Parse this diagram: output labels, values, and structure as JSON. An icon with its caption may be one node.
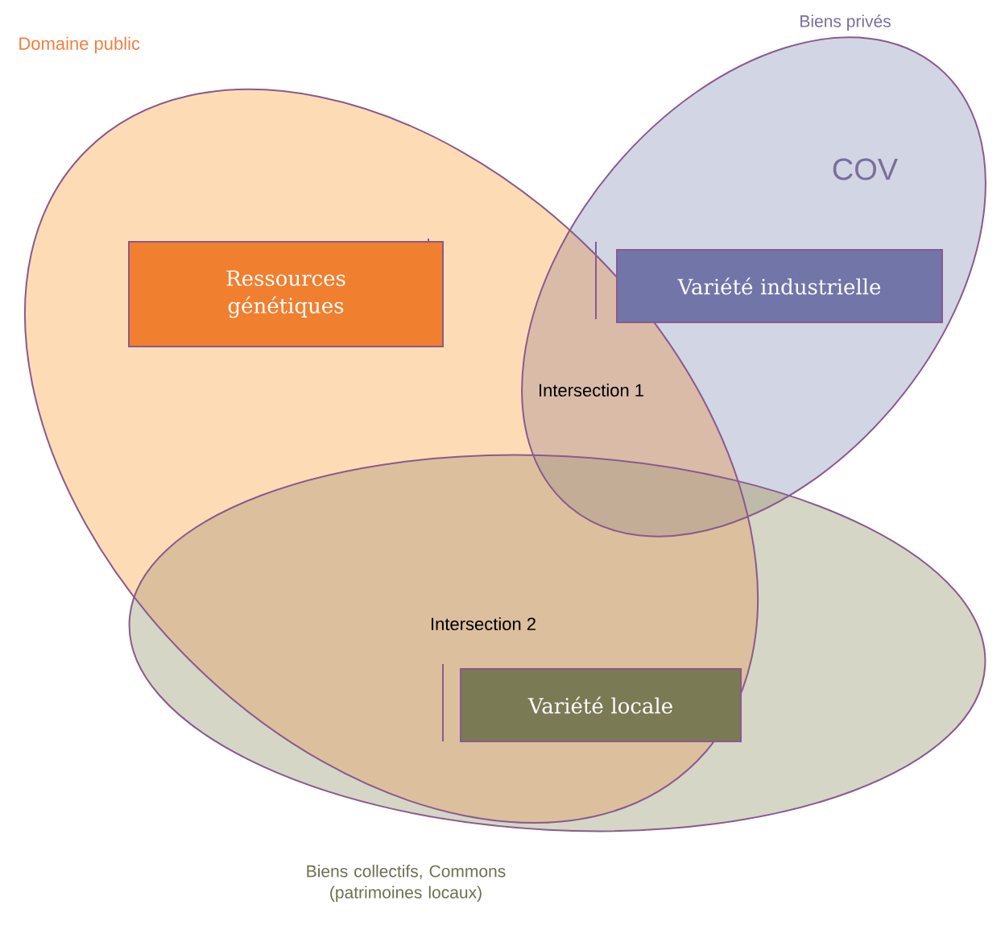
{
  "diagram": {
    "nodes": [
      {
        "text": [
          "Domaine public"
        ]
      },
      {
        "text": [
          "Biens privés",
          "COV"
        ]
      },
      {
        "text": [
          "Biens collectifs, Commons (patrimoines locaux)"
        ]
      },
      {
        "text": [
          "Ressources génétiques"
        ],
        "in": 0
      },
      {
        "text": [
          "Variété industrielle"
        ],
        "in": 1
      },
      {
        "text": [
          "Variété locale"
        ]
      }
    ],
    "labels": [
      "Intersection 1",
      "Intersection 2"
    ]
  }
}
